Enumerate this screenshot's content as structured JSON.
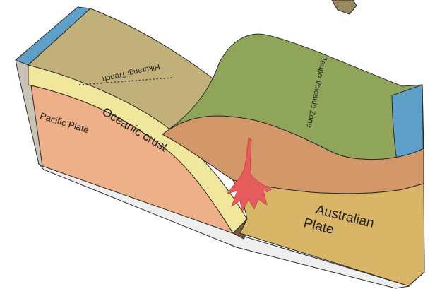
{
  "labels": {
    "trench": "Hikurangi Trench",
    "volcanic_zone": "Taupo Volcanic Zone",
    "oceanic_crust": "Oceanic crust",
    "pacific_plate": "Pacific Plate",
    "australian_plate_line1": "Australian",
    "australian_plate_line2": "Plate"
  },
  "colors": {
    "ocean_water": "#5fa0c8",
    "trench_surface": "#c2b07a",
    "volcanic_surface": "#8fa55a",
    "oceanic_crust": "#f1e79c",
    "pacific_plate": "#eeb088",
    "australian_mantle": "#d4976a",
    "lower_australian": "#d8b567",
    "magma": "#e65b5b",
    "outline": "#2b2b2b"
  }
}
